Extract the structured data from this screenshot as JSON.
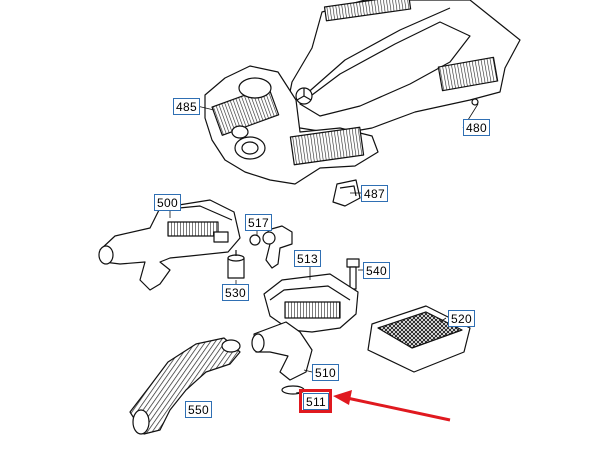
{
  "diagram": {
    "parts": [
      {
        "id": "p485",
        "label": "485"
      },
      {
        "id": "p480",
        "label": "480"
      },
      {
        "id": "p487",
        "label": "487"
      },
      {
        "id": "p500",
        "label": "500"
      },
      {
        "id": "p517",
        "label": "517"
      },
      {
        "id": "p513",
        "label": "513"
      },
      {
        "id": "p540",
        "label": "540"
      },
      {
        "id": "p530",
        "label": "530"
      },
      {
        "id": "p520",
        "label": "520"
      },
      {
        "id": "p510",
        "label": "510"
      },
      {
        "id": "p511",
        "label": "511"
      },
      {
        "id": "p550",
        "label": "550"
      }
    ],
    "highlight": {
      "target": "511",
      "color": "#e0191f"
    },
    "arrow_color": "#e0191f",
    "callout_border_color": "#2f6fb3"
  }
}
